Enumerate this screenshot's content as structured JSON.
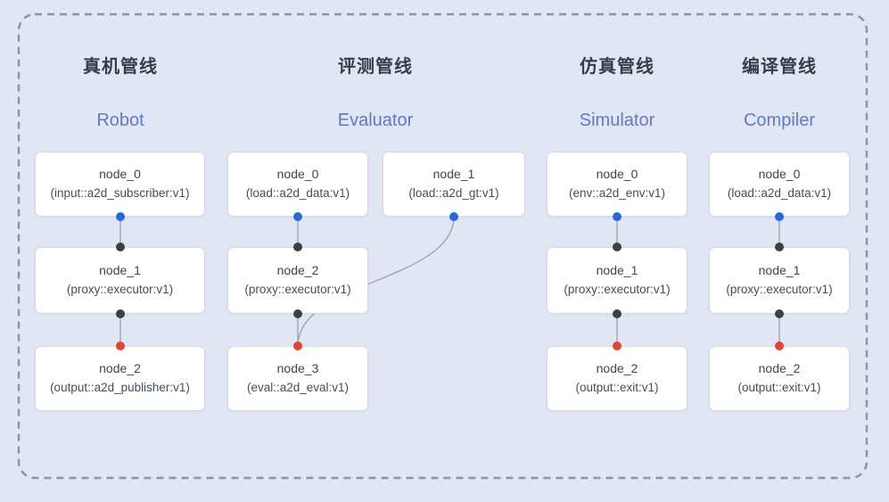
{
  "diagram_type": "pipeline-node-graph",
  "pipelines": [
    {
      "title_zh": "真机管线",
      "title_en": "Robot",
      "nodes": [
        {
          "name": "node_0",
          "detail": "(input::a2d_subscriber:v1)"
        },
        {
          "name": "node_1",
          "detail": "(proxy::executor:v1)"
        },
        {
          "name": "node_2",
          "detail": "(output::a2d_publisher:v1)"
        }
      ],
      "connections": [
        "node_0 → node_1",
        "node_1 → node_2"
      ]
    },
    {
      "title_zh": "评测管线",
      "title_en": "Evaluator",
      "nodes": [
        {
          "name": "node_0",
          "detail": "(load::a2d_data:v1)"
        },
        {
          "name": "node_1",
          "detail": "(load::a2d_gt:v1)"
        },
        {
          "name": "node_2",
          "detail": "(proxy::executor:v1)"
        },
        {
          "name": "node_3",
          "detail": "(eval::a2d_eval:v1)"
        }
      ],
      "connections": [
        "node_0 → node_2",
        "node_2 → node_3",
        "node_1 → node_3"
      ]
    },
    {
      "title_zh": "仿真管线",
      "title_en": "Simulator",
      "nodes": [
        {
          "name": "node_0",
          "detail": "(env::a2d_env:v1)"
        },
        {
          "name": "node_1",
          "detail": "(proxy::executor:v1)"
        },
        {
          "name": "node_2",
          "detail": "(output::exit:v1)"
        }
      ],
      "connections": [
        "node_0 → node_1",
        "node_1 → node_2"
      ]
    },
    {
      "title_zh": "编译管线",
      "title_en": "Compiler",
      "nodes": [
        {
          "name": "node_0",
          "detail": "(load::a2d_data:v1)"
        },
        {
          "name": "node_1",
          "detail": "(proxy::executor:v1)"
        },
        {
          "name": "node_2",
          "detail": "(output::exit:v1)"
        }
      ],
      "connections": [
        "node_0 → node_1",
        "node_1 → node_2"
      ]
    }
  ],
  "port_dot_colors": {
    "blue": "#2569e0",
    "black": "#3c4045",
    "red": "#e8432d"
  },
  "colors": {
    "background": "#e1e6f5",
    "box_fill": "#ffffff",
    "box_border": "#d5dae2",
    "title_zh": "#373d47",
    "title_en": "#6379c7",
    "node_text": "#424853",
    "edge_line": "#99a1ad",
    "dashed_border": "#8d95a2"
  }
}
